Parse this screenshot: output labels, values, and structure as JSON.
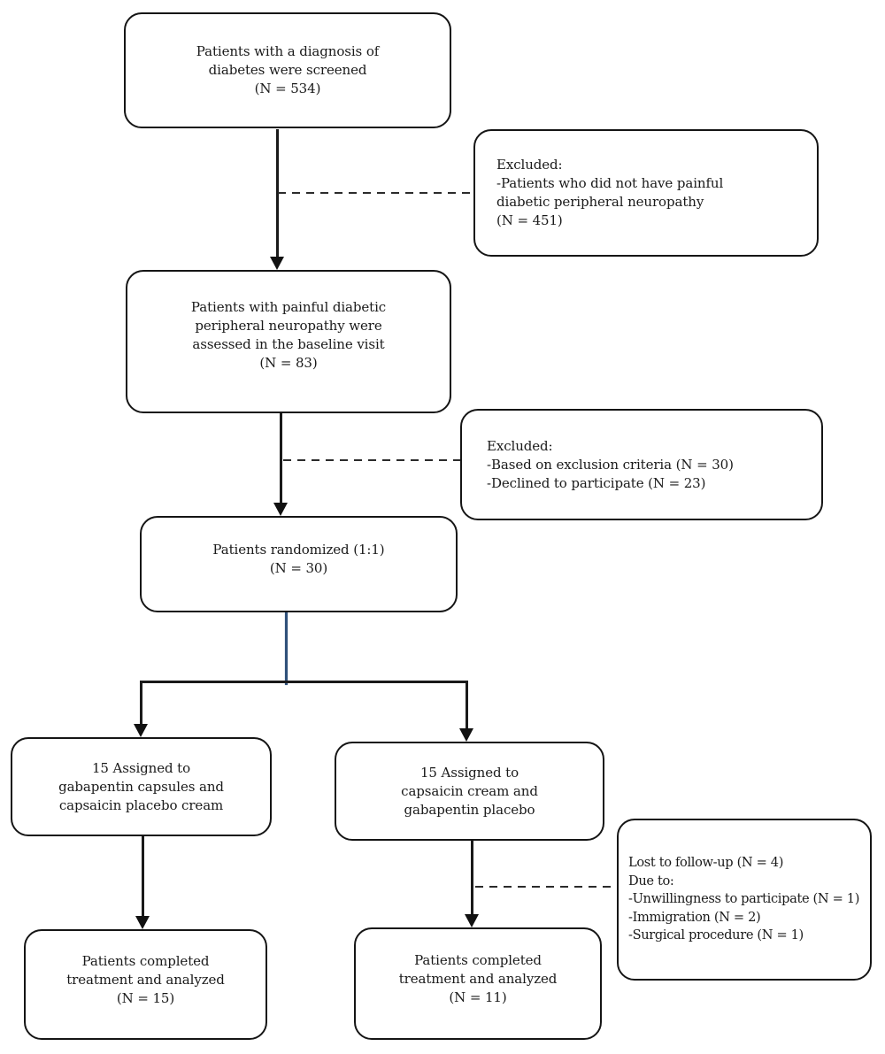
{
  "colors": {
    "background": "#ffffff",
    "box_border": "#151515",
    "connector_line": "#1a1a1a",
    "dashed_line": "#2b2b2b",
    "randomization_branch_line": "#30517a"
  },
  "nodes": {
    "screened": {
      "lines": [
        "Patients with a diagnosis of",
        "diabetes were screened",
        "(N = 534)"
      ]
    },
    "excluded_screening": {
      "lines": [
        "Excluded:",
        "-Patients who did not have painful",
        "diabetic peripheral neuropathy",
        "(N = 451)"
      ]
    },
    "baseline": {
      "lines": [
        "Patients with painful diabetic",
        "peripheral neuropathy were",
        "assessed in the baseline visit",
        "(N = 83)"
      ]
    },
    "excluded_baseline": {
      "lines": [
        "Excluded:",
        "-Based on exclusion criteria (N = 30)",
        "-Declined to participate (N = 23)"
      ]
    },
    "randomized": {
      "lines": [
        "Patients randomized (1:1)",
        "(N = 30)"
      ]
    },
    "arm_gabapentin": {
      "lines": [
        "15 Assigned to",
        "gabapentin capsules and",
        "capsaicin placebo cream"
      ]
    },
    "arm_capsaicin": {
      "lines": [
        "15 Assigned to",
        "capsaicin cream and",
        "gabapentin placebo"
      ]
    },
    "lost_followup": {
      "lines": [
        "Lost to follow-up (N = 4)",
        "Due to:",
        "-Unwillingness to participate (N = 1)",
        "-Immigration (N = 2)",
        "-Surgical procedure (N = 1)"
      ]
    },
    "completed_gabapentin": {
      "lines": [
        "Patients completed",
        "treatment and analyzed",
        "(N = 15)"
      ]
    },
    "completed_capsaicin": {
      "lines": [
        "Patients completed",
        "treatment and analyzed",
        "(N = 11)"
      ]
    }
  }
}
